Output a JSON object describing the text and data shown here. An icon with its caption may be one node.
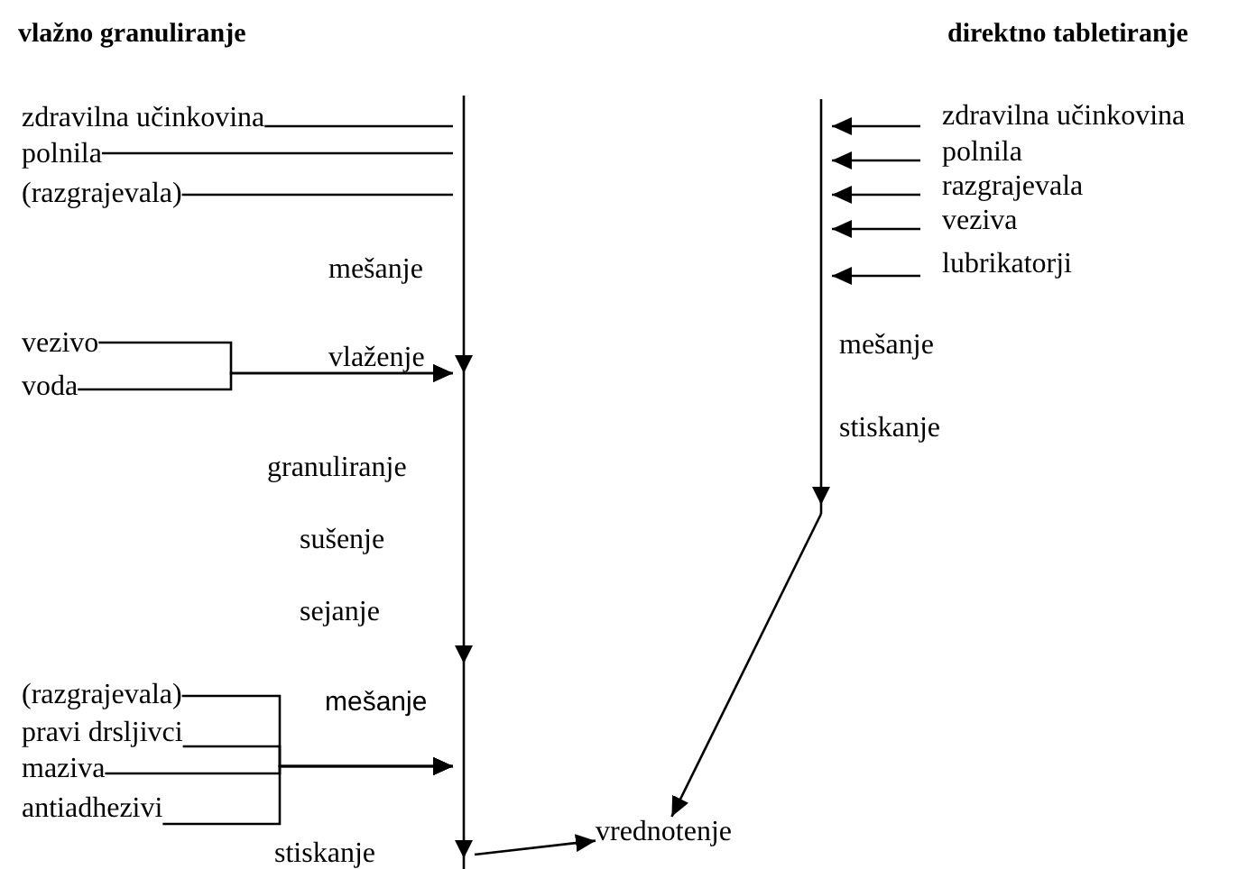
{
  "diagram": {
    "nodes": [
      {
        "text": [
          "zdravilna učinkovina"
        ]
      },
      {
        "text": [
          "polnila"
        ]
      },
      {
        "text": [
          "(razgrajevala)"
        ]
      },
      {
        "text": [
          "vezivo"
        ]
      },
      {
        "text": [
          "voda"
        ]
      },
      {
        "text": [
          "(razgrajevala)"
        ]
      },
      {
        "text": [
          "pravi drsljivci"
        ]
      },
      {
        "text": [
          "maziva"
        ]
      },
      {
        "text": [
          "antiadhezivi"
        ]
      },
      {
        "text": [],
        "shape": "bar",
        "beside": [
          "mešanje",
          "vlaženje",
          "granuliranje",
          "sušenje",
          "sejanje",
          "mešanje",
          "stiskanje"
        ]
      },
      {
        "text": [
          "zdravilna učinkovina"
        ]
      },
      {
        "text": [
          "polnila"
        ]
      },
      {
        "text": [
          "razgrajevala"
        ]
      },
      {
        "text": [
          "veziva"
        ]
      },
      {
        "text": [
          "lubrikatorji"
        ]
      },
      {
        "text": [],
        "shape": "bar",
        "beside": [
          "mešanje",
          "stiskanje"
        ]
      },
      {
        "text": [
          "vrednotenje"
        ]
      }
    ],
    "edges": [
      {
        "from": 0,
        "to": 9,
        "arrow": "none"
      },
      {
        "from": 1,
        "to": 9,
        "arrow": "none"
      },
      {
        "from": 2,
        "to": 9,
        "arrow": "none"
      },
      {
        "from": 3,
        "to": 9,
        "arrow": "to"
      },
      {
        "from": 4,
        "to": 9,
        "arrow": "to"
      },
      {
        "from": 5,
        "to": 9,
        "arrow": "to"
      },
      {
        "from": 6,
        "to": 9,
        "arrow": "to"
      },
      {
        "from": 7,
        "to": 9,
        "arrow": "to"
      },
      {
        "from": 8,
        "to": 9,
        "arrow": "to"
      },
      {
        "from": 10,
        "to": 15,
        "arrow": "to"
      },
      {
        "from": 11,
        "to": 15,
        "arrow": "to"
      },
      {
        "from": 12,
        "to": 15,
        "arrow": "to"
      },
      {
        "from": 13,
        "to": 15,
        "arrow": "to"
      },
      {
        "from": 14,
        "to": 15,
        "arrow": "to"
      },
      {
        "from": 9,
        "to": 16,
        "arrow": "to"
      },
      {
        "from": 15,
        "to": 16,
        "arrow": "to"
      }
    ],
    "labels": [
      "vlažno granuliranje",
      "direktno tabletiranje"
    ]
  }
}
